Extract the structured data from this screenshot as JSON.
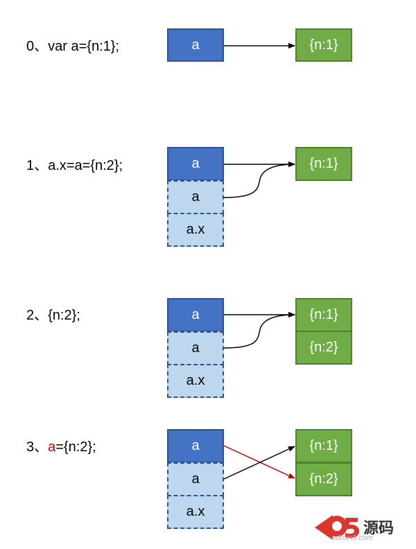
{
  "steps": [
    {
      "label_prefix": "0、",
      "label_highlight": "",
      "label_rest": "var a={n:1};",
      "vars": [
        "a"
      ],
      "objects": [
        "{n:1}"
      ]
    },
    {
      "label_prefix": "1、",
      "label_highlight": "",
      "label_rest": "a.x=a={n:2};",
      "vars": [
        "a",
        "a",
        "a.x"
      ],
      "objects": [
        "{n:1}"
      ]
    },
    {
      "label_prefix": "2、",
      "label_highlight": "",
      "label_rest": "{n:2};",
      "vars": [
        "a",
        "a",
        "a.x"
      ],
      "objects": [
        "{n:1}",
        "{n:2}"
      ]
    },
    {
      "label_prefix": "3、",
      "label_highlight": "a",
      "label_rest": "={n:2};",
      "vars": [
        "a",
        "a",
        "a.x"
      ],
      "objects": [
        "{n:1}",
        "{n:2}"
      ]
    }
  ],
  "watermark": {
    "logo_text": "a5源码",
    "url_text": "admin5.com"
  },
  "colors": {
    "var_solid": "#4472c4",
    "var_dashed": "#bdd7ee",
    "object": "#70ad47",
    "highlight": "#c00000",
    "arrow": "#000000",
    "arrow_highlight": "#c00000"
  }
}
